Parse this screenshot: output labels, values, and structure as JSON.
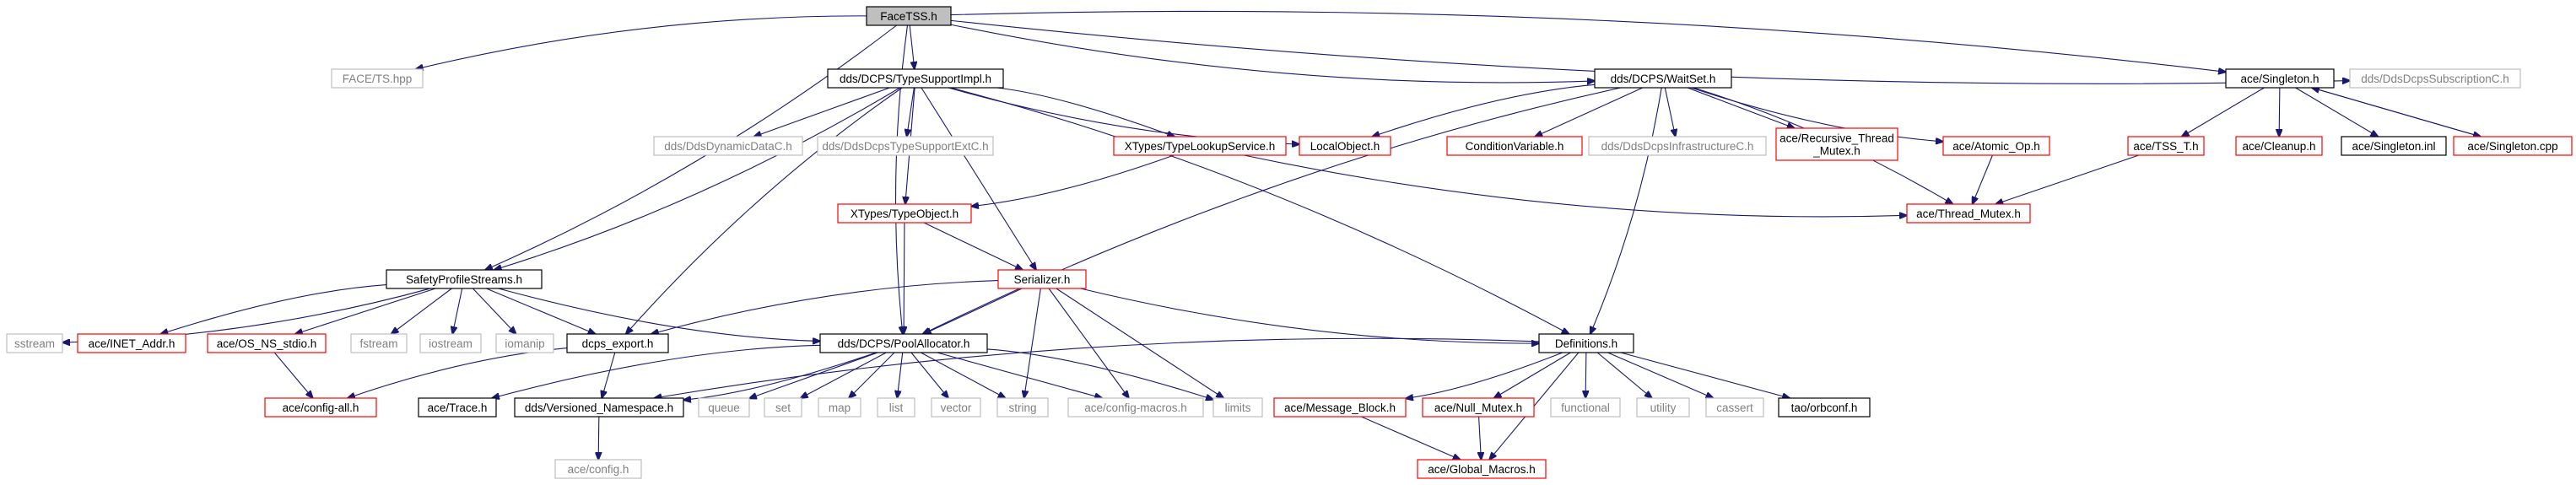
{
  "colors": {
    "edge": "#191970",
    "border_default": "#000000",
    "border_red": "#ff0000",
    "border_gray": "#bfbfbf",
    "fill_root": "#bfbfbf",
    "fill_default": "#ffffff",
    "text": "#000000",
    "text_gray": "#808080"
  },
  "nodes": [
    {
      "id": "facetss",
      "label": "FaceTSS.h",
      "style": "root"
    },
    {
      "id": "facets",
      "label": "FACE/TS.hpp",
      "style": "gray"
    },
    {
      "id": "tsimpl",
      "label": "dds/DCPS/TypeSupportImpl.h",
      "style": "black"
    },
    {
      "id": "waitset",
      "label": "dds/DCPS/WaitSet.h",
      "style": "black"
    },
    {
      "id": "singleton",
      "label": "ace/Singleton.h",
      "style": "black"
    },
    {
      "id": "subsc",
      "label": "dds/DdsDcpsSubscriptionC.h",
      "style": "gray"
    },
    {
      "id": "dynamic",
      "label": "dds/DdsDynamicDataC.h",
      "style": "gray"
    },
    {
      "id": "tsext",
      "label": "dds/DdsDcpsTypeSupportExtC.h",
      "style": "gray"
    },
    {
      "id": "tls",
      "label": "XTypes/TypeLookupService.h",
      "style": "red"
    },
    {
      "id": "localobj",
      "label": "LocalObject.h",
      "style": "red"
    },
    {
      "id": "condvar",
      "label": "ConditionVariable.h",
      "style": "red"
    },
    {
      "id": "infra",
      "label": "dds/DdsDcpsInfrastructureC.h",
      "style": "gray"
    },
    {
      "id": "recmutex",
      "label": "ace/Recursive_Thread\n_Mutex.h",
      "style": "red"
    },
    {
      "id": "atomic",
      "label": "ace/Atomic_Op.h",
      "style": "red"
    },
    {
      "id": "tsst",
      "label": "ace/TSS_T.h",
      "style": "red"
    },
    {
      "id": "cleanup",
      "label": "ace/Cleanup.h",
      "style": "red"
    },
    {
      "id": "singinl",
      "label": "ace/Singleton.inl",
      "style": "black"
    },
    {
      "id": "singcpp",
      "label": "ace/Singleton.cpp",
      "style": "red"
    },
    {
      "id": "typeobj",
      "label": "XTypes/TypeObject.h",
      "style": "red"
    },
    {
      "id": "threadmutex",
      "label": "ace/Thread_Mutex.h",
      "style": "red"
    },
    {
      "id": "safety",
      "label": "SafetyProfileStreams.h",
      "style": "black"
    },
    {
      "id": "serializer",
      "label": "Serializer.h",
      "style": "red"
    },
    {
      "id": "sstream",
      "label": "sstream",
      "style": "gray"
    },
    {
      "id": "inet",
      "label": "ace/INET_Addr.h",
      "style": "red"
    },
    {
      "id": "osns",
      "label": "ace/OS_NS_stdio.h",
      "style": "red"
    },
    {
      "id": "fstream",
      "label": "fstream",
      "style": "gray"
    },
    {
      "id": "iostream",
      "label": "iostream",
      "style": "gray"
    },
    {
      "id": "iomanip",
      "label": "iomanip",
      "style": "gray"
    },
    {
      "id": "dcpsexport",
      "label": "dcps_export.h",
      "style": "black"
    },
    {
      "id": "poolalloc",
      "label": "dds/DCPS/PoolAllocator.h",
      "style": "black"
    },
    {
      "id": "definitions",
      "label": "Definitions.h",
      "style": "black"
    },
    {
      "id": "configall",
      "label": "ace/config-all.h",
      "style": "red"
    },
    {
      "id": "trace",
      "label": "ace/Trace.h",
      "style": "black"
    },
    {
      "id": "versioned",
      "label": "dds/Versioned_Namespace.h",
      "style": "black"
    },
    {
      "id": "queue",
      "label": "queue",
      "style": "gray"
    },
    {
      "id": "set",
      "label": "set",
      "style": "gray"
    },
    {
      "id": "map",
      "label": "map",
      "style": "gray"
    },
    {
      "id": "list",
      "label": "list",
      "style": "gray"
    },
    {
      "id": "vector",
      "label": "vector",
      "style": "gray"
    },
    {
      "id": "string",
      "label": "string",
      "style": "gray"
    },
    {
      "id": "configmacros",
      "label": "ace/config-macros.h",
      "style": "gray"
    },
    {
      "id": "limits",
      "label": "limits",
      "style": "gray"
    },
    {
      "id": "msgblock",
      "label": "ace/Message_Block.h",
      "style": "red"
    },
    {
      "id": "nullmutex",
      "label": "ace/Null_Mutex.h",
      "style": "red"
    },
    {
      "id": "functional",
      "label": "functional",
      "style": "gray"
    },
    {
      "id": "utility",
      "label": "utility",
      "style": "gray"
    },
    {
      "id": "cassert",
      "label": "cassert",
      "style": "gray"
    },
    {
      "id": "orbconf",
      "label": "tao/orbconf.h",
      "style": "black"
    },
    {
      "id": "aceconfig",
      "label": "ace/config.h",
      "style": "gray"
    },
    {
      "id": "globalmacros",
      "label": "ace/Global_Macros.h",
      "style": "red"
    }
  ],
  "edges": [
    [
      "facetss",
      "facets"
    ],
    [
      "facetss",
      "safety"
    ],
    [
      "facetss",
      "poolalloc"
    ],
    [
      "facetss",
      "tsimpl"
    ],
    [
      "facetss",
      "waitset"
    ],
    [
      "facetss",
      "singleton"
    ],
    [
      "facetss",
      "subsc"
    ],
    [
      "tsimpl",
      "dynamic"
    ],
    [
      "tsimpl",
      "tsext"
    ],
    [
      "tsimpl",
      "tls"
    ],
    [
      "tsimpl",
      "localobj"
    ],
    [
      "tsimpl",
      "safety"
    ],
    [
      "tsimpl",
      "typeobj"
    ],
    [
      "tsimpl",
      "serializer"
    ],
    [
      "tsimpl",
      "dcpsexport"
    ],
    [
      "tsimpl",
      "definitions"
    ],
    [
      "waitset",
      "localobj"
    ],
    [
      "waitset",
      "condvar"
    ],
    [
      "waitset",
      "infra"
    ],
    [
      "waitset",
      "recmutex"
    ],
    [
      "waitset",
      "atomic"
    ],
    [
      "waitset",
      "threadmutex"
    ],
    [
      "waitset",
      "poolalloc"
    ],
    [
      "waitset",
      "definitions"
    ],
    [
      "singleton",
      "tsst"
    ],
    [
      "singleton",
      "cleanup"
    ],
    [
      "singleton",
      "singinl"
    ],
    [
      "singleton",
      "singcpp"
    ],
    [
      "singcpp",
      "singleton"
    ],
    [
      "tsst",
      "threadmutex"
    ],
    [
      "atomic",
      "threadmutex"
    ],
    [
      "tls",
      "typeobj"
    ],
    [
      "tls",
      "threadmutex"
    ],
    [
      "typeobj",
      "serializer"
    ],
    [
      "typeobj",
      "poolalloc"
    ],
    [
      "safety",
      "sstream"
    ],
    [
      "safety",
      "inet"
    ],
    [
      "safety",
      "osns"
    ],
    [
      "safety",
      "fstream"
    ],
    [
      "safety",
      "iostream"
    ],
    [
      "safety",
      "iomanip"
    ],
    [
      "safety",
      "dcpsexport"
    ],
    [
      "safety",
      "poolalloc"
    ],
    [
      "osns",
      "configall"
    ],
    [
      "serializer",
      "dcpsexport"
    ],
    [
      "serializer",
      "poolalloc"
    ],
    [
      "serializer",
      "definitions"
    ],
    [
      "serializer",
      "string"
    ],
    [
      "serializer",
      "configmacros"
    ],
    [
      "serializer",
      "limits"
    ],
    [
      "dcpsexport",
      "configall"
    ],
    [
      "dcpsexport",
      "versioned"
    ],
    [
      "poolalloc",
      "trace"
    ],
    [
      "poolalloc",
      "versioned"
    ],
    [
      "poolalloc",
      "queue"
    ],
    [
      "poolalloc",
      "set"
    ],
    [
      "poolalloc",
      "map"
    ],
    [
      "poolalloc",
      "list"
    ],
    [
      "poolalloc",
      "vector"
    ],
    [
      "poolalloc",
      "string"
    ],
    [
      "poolalloc",
      "configmacros"
    ],
    [
      "poolalloc",
      "limits"
    ],
    [
      "definitions",
      "versioned"
    ],
    [
      "definitions",
      "msgblock"
    ],
    [
      "definitions",
      "nullmutex"
    ],
    [
      "definitions",
      "functional"
    ],
    [
      "definitions",
      "utility"
    ],
    [
      "definitions",
      "cassert"
    ],
    [
      "definitions",
      "orbconf"
    ],
    [
      "definitions",
      "globalmacros"
    ],
    [
      "versioned",
      "aceconfig"
    ],
    [
      "msgblock",
      "globalmacros"
    ],
    [
      "nullmutex",
      "globalmacros"
    ]
  ]
}
